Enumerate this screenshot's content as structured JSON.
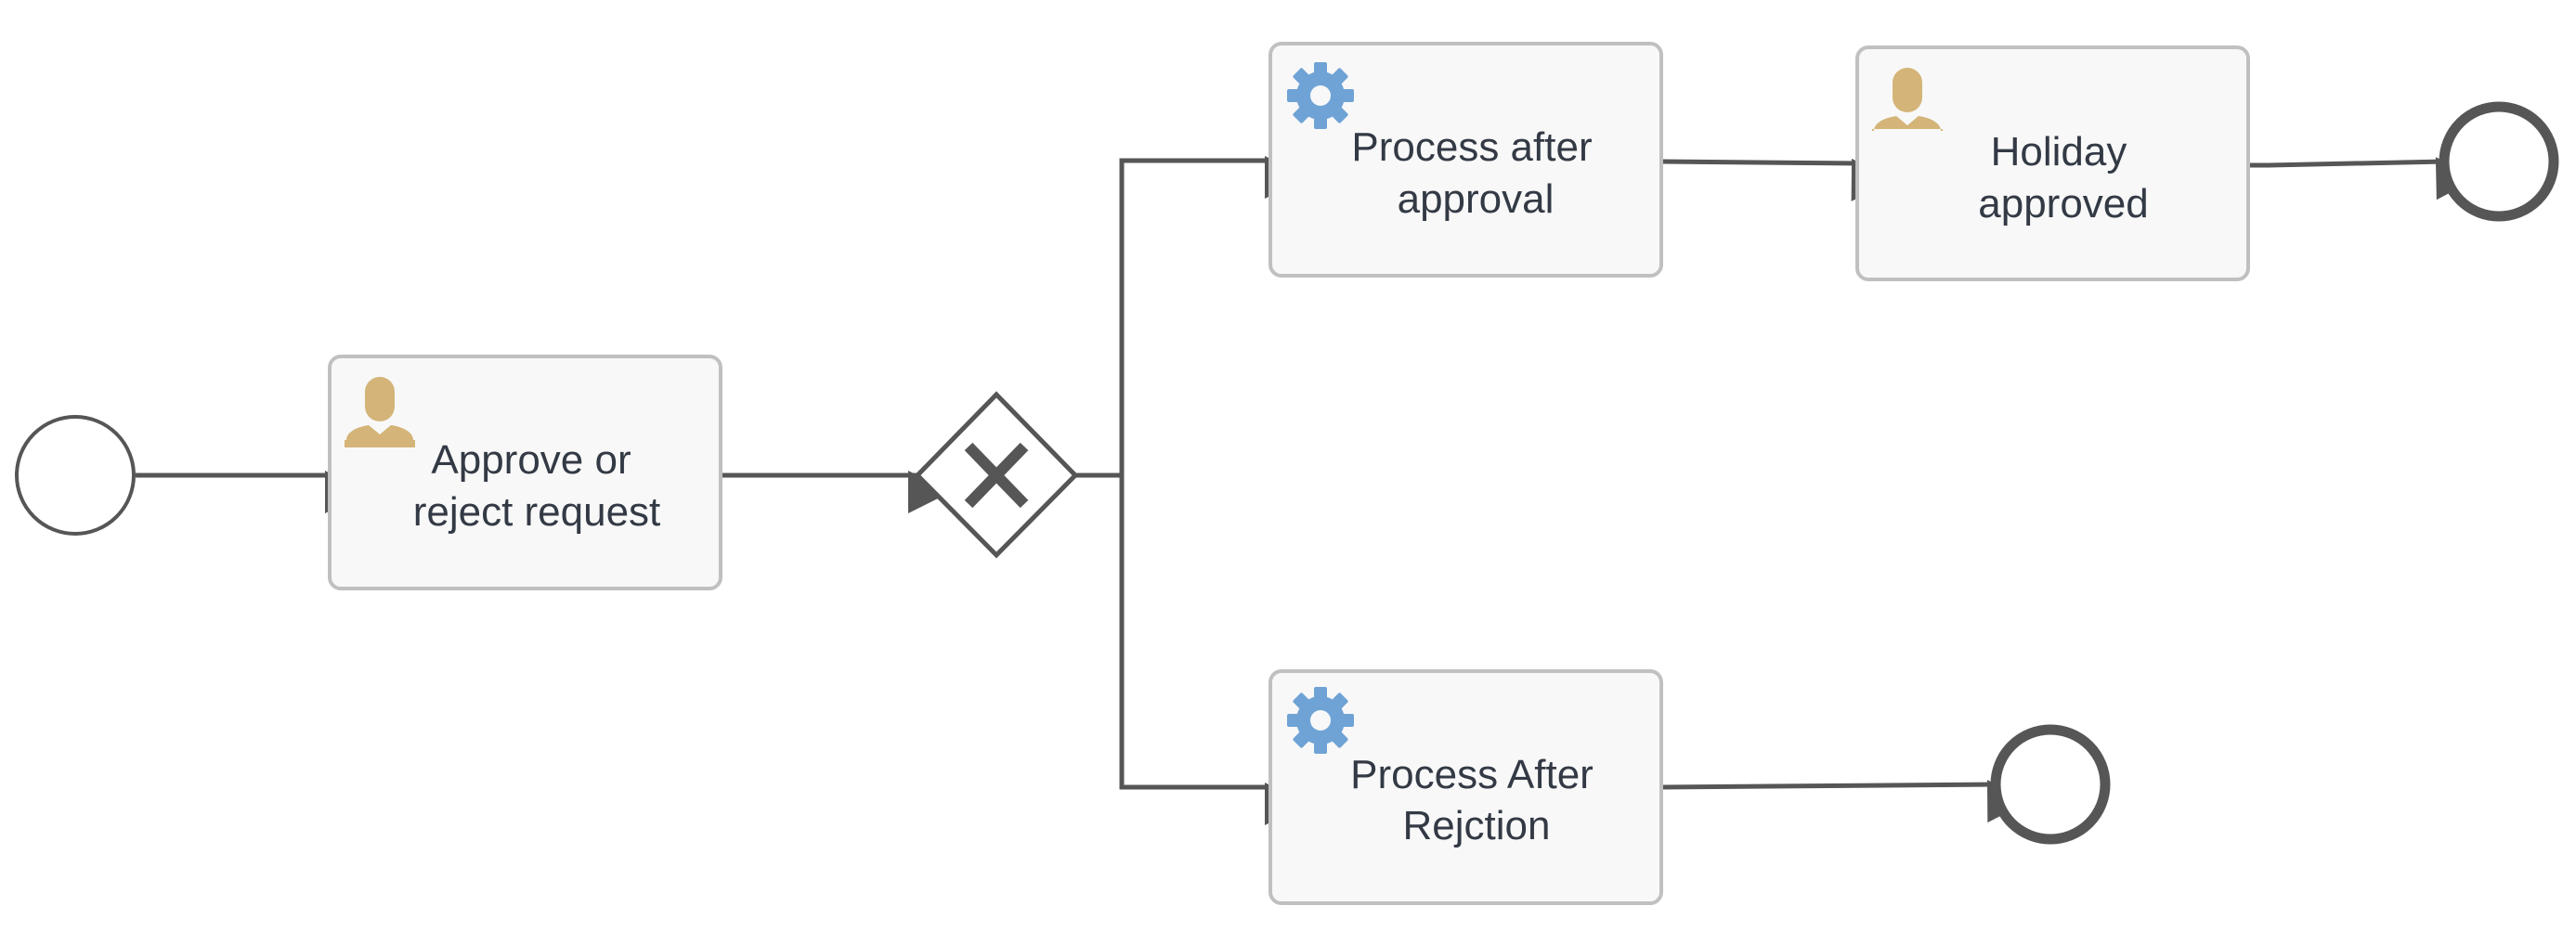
{
  "diagram": {
    "tasks": {
      "approve": {
        "type": "user-task",
        "lines": [
          "Approve or",
          "reject request"
        ]
      },
      "after_approval": {
        "type": "service-task",
        "lines": [
          "Process after",
          "approval"
        ]
      },
      "holiday": {
        "type": "user-task",
        "lines": [
          "Holiday",
          "approved"
        ]
      },
      "after_rejection": {
        "type": "service-task",
        "lines": [
          "Process After",
          "Rejction"
        ]
      }
    },
    "colors": {
      "line": "#565656",
      "task_fill": "#f8f8f8",
      "task_border": "#c0c0c0",
      "user_icon": "#d4b478",
      "gear_icon": "#6fa3d6",
      "text": "#333a45"
    }
  }
}
